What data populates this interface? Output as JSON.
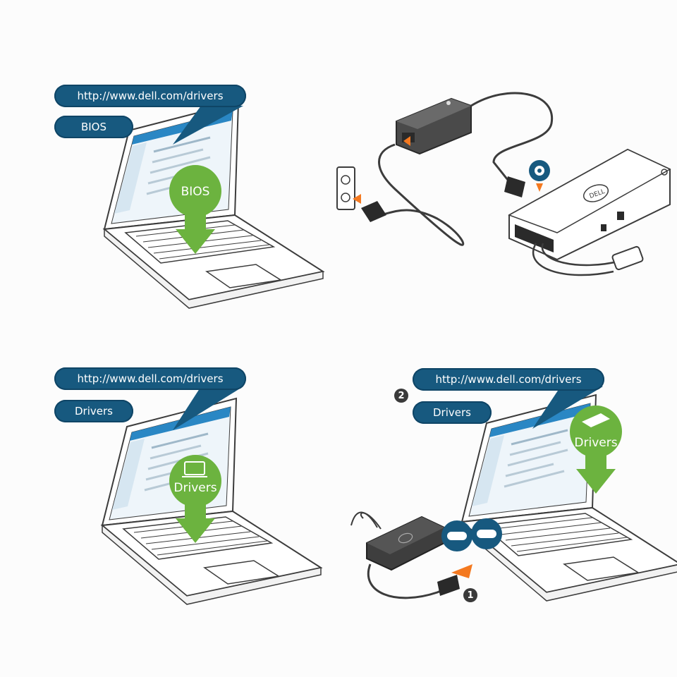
{
  "panels": {
    "top_left": {
      "url": "http://www.dell.com/drivers",
      "label": "BIOS",
      "badge": "BIOS"
    },
    "top_right": {
      "dock_logo": "DELL"
    },
    "bottom_left": {
      "url": "http://www.dell.com/drivers",
      "label": "Drivers",
      "badge": "Drivers"
    },
    "bottom_right": {
      "url": "http://www.dell.com/drivers",
      "label": "Drivers",
      "badge": "Drivers",
      "step_1": "1",
      "step_2": "2"
    }
  },
  "colors": {
    "pill": "#17597f",
    "badge_green": "#6cb33f",
    "arrow_orange": "#f47920",
    "line": "#3c3c3c"
  },
  "icons": [
    "laptop-icon",
    "dock-icon",
    "down-arrow-icon",
    "power-adapter-icon",
    "wall-outlet-icon",
    "usb-c-icon"
  ]
}
